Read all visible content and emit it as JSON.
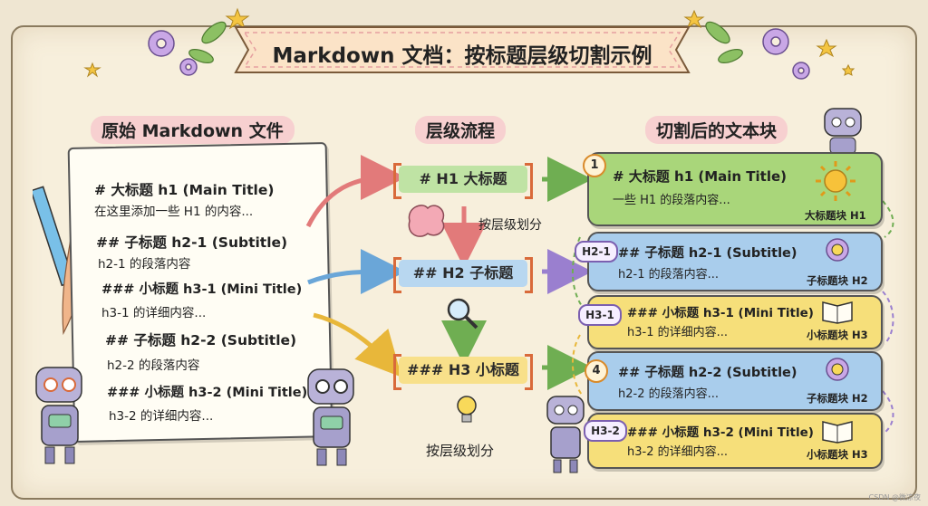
{
  "title": "Markdown 文档：按标题层级切割示例",
  "sections": {
    "source": "原始 Markdown 文件",
    "flow": "层级流程",
    "chunks": "切割后的文本块"
  },
  "markdown_lines": [
    {
      "heading": "# 大标题 h1 (Main Title)",
      "body": "在这里添加一些 H1 的内容..."
    },
    {
      "heading": "## 子标题 h2-1 (Subtitle)",
      "body": "h2-1 的段落内容"
    },
    {
      "heading": "### 小标题 h3-1 (Mini Title)",
      "body": "h3-1 的详细内容..."
    },
    {
      "heading": "## 子标题 h2-2 (Subtitle)",
      "body": "h2-2 的段落内容"
    },
    {
      "heading": "### 小标题 h3-2 (Mini Title)",
      "body": "h3-2 的详细内容..."
    }
  ],
  "flow": {
    "h1": "# H1 大标题",
    "h2": "## H2 子标题",
    "h3": "### H3 小标题",
    "label1": "按层级划分",
    "label2": "按层级划分"
  },
  "chunks": [
    {
      "marker": "1",
      "heading": "# 大标题 h1 (Main Title)",
      "body": "一些 H1 的段落内容...",
      "tag": "大标题块 H1",
      "color": "#a9d67a",
      "icon": "sun-icon"
    },
    {
      "marker": "H2-1",
      "heading": "## 子标题 h2-1 (Subtitle)",
      "body": "h2-1 的段落内容...",
      "tag": "子标题块 H2",
      "color": "#a9cdec",
      "icon": "gear-bulb-icon"
    },
    {
      "marker": "H3-1",
      "heading": "### 小标题 h3-1 (Mini Title)",
      "body": "h3-1 的详细内容...",
      "tag": "小标题块 H3",
      "color": "#f6df7a",
      "icon": "book-icon"
    },
    {
      "marker": "4",
      "heading": "## 子标题 h2-2 (Subtitle)",
      "body": "h2-2 的段落内容...",
      "tag": "子标题块 H2",
      "color": "#a9cdec",
      "icon": "gear-bulb-icon"
    },
    {
      "marker": "H3-2",
      "heading": "### 小标题 h3-2 (Mini Title)",
      "body": "h3-2 的详细内容...",
      "tag": "小标题块 H3",
      "color": "#f6df7a",
      "icon": "book-icon"
    }
  ],
  "colors": {
    "green": "#a9d67a",
    "blue": "#a9cdec",
    "yellow": "#f6df7a",
    "bracket": "#d96a3a",
    "pink": "#f7c7c7"
  },
  "watermark": "CSDN @微凉夜"
}
